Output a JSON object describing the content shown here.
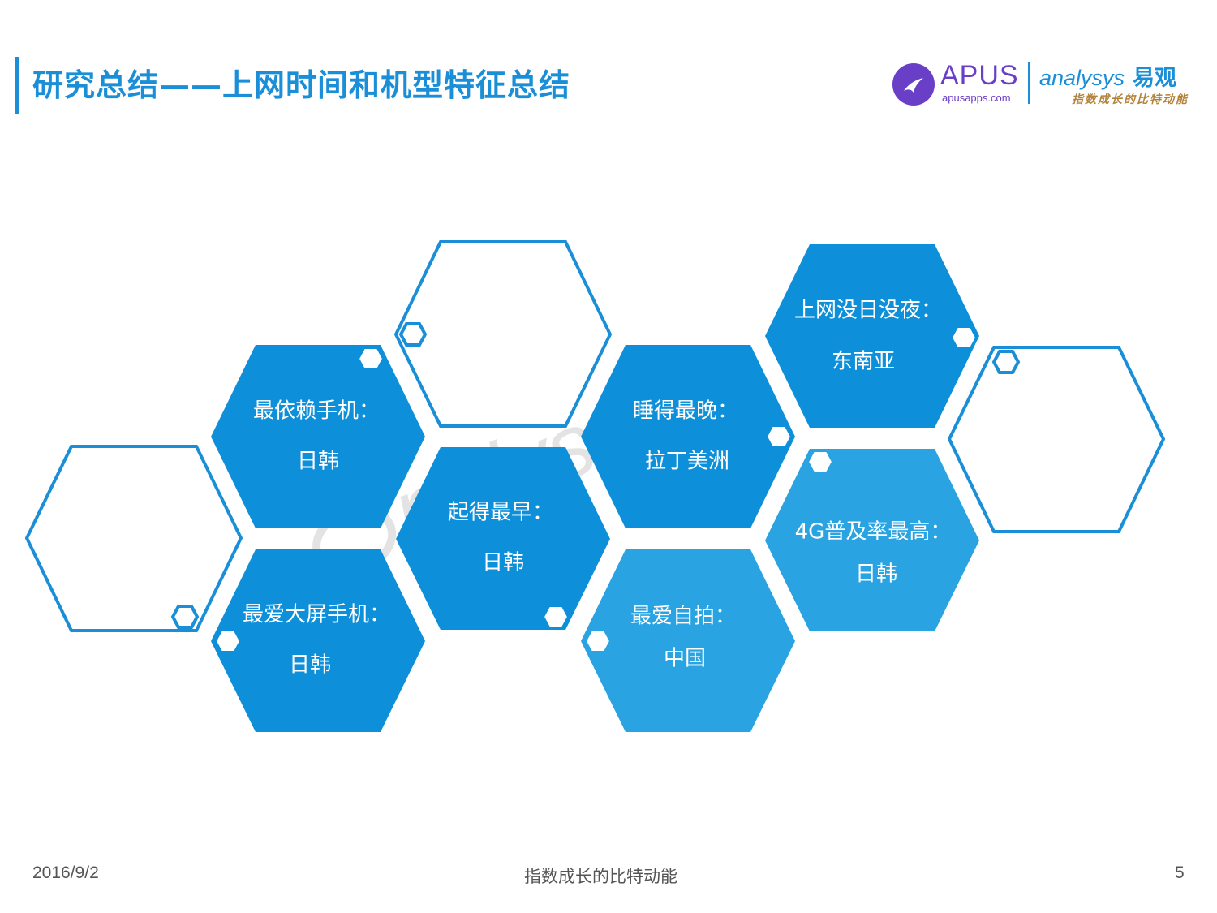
{
  "title": "研究总结——上网时间和机型特征总结",
  "logos": {
    "apus_name": "APUS",
    "apus_url": "apusapps.com",
    "analysys_name": "analysys",
    "analysys_cn": "易观",
    "analysys_slogan": "指数成长的比特动能"
  },
  "colors": {
    "accent": "#1a8fd8",
    "hex_dark": "#0e8fd9",
    "hex_light": "#2aa3e2",
    "apus_purple": "#6a3fc8"
  },
  "hexagons": [
    {
      "label": "最依赖手机：",
      "value": "日韩"
    },
    {
      "label": "最爱大屏手机：",
      "value": "日韩"
    },
    {
      "label": "起得最早：",
      "value": "日韩"
    },
    {
      "label": "睡得最晚：",
      "value": "拉丁美洲"
    },
    {
      "label": "最爱自拍：",
      "value": "中国"
    },
    {
      "label": "上网没日没夜：",
      "value": "东南亚"
    },
    {
      "label": "4G普及率最高：",
      "value": "日韩"
    }
  ],
  "footer": {
    "date": "2016/9/2",
    "center": "指数成长的比特动能",
    "page": "5"
  }
}
